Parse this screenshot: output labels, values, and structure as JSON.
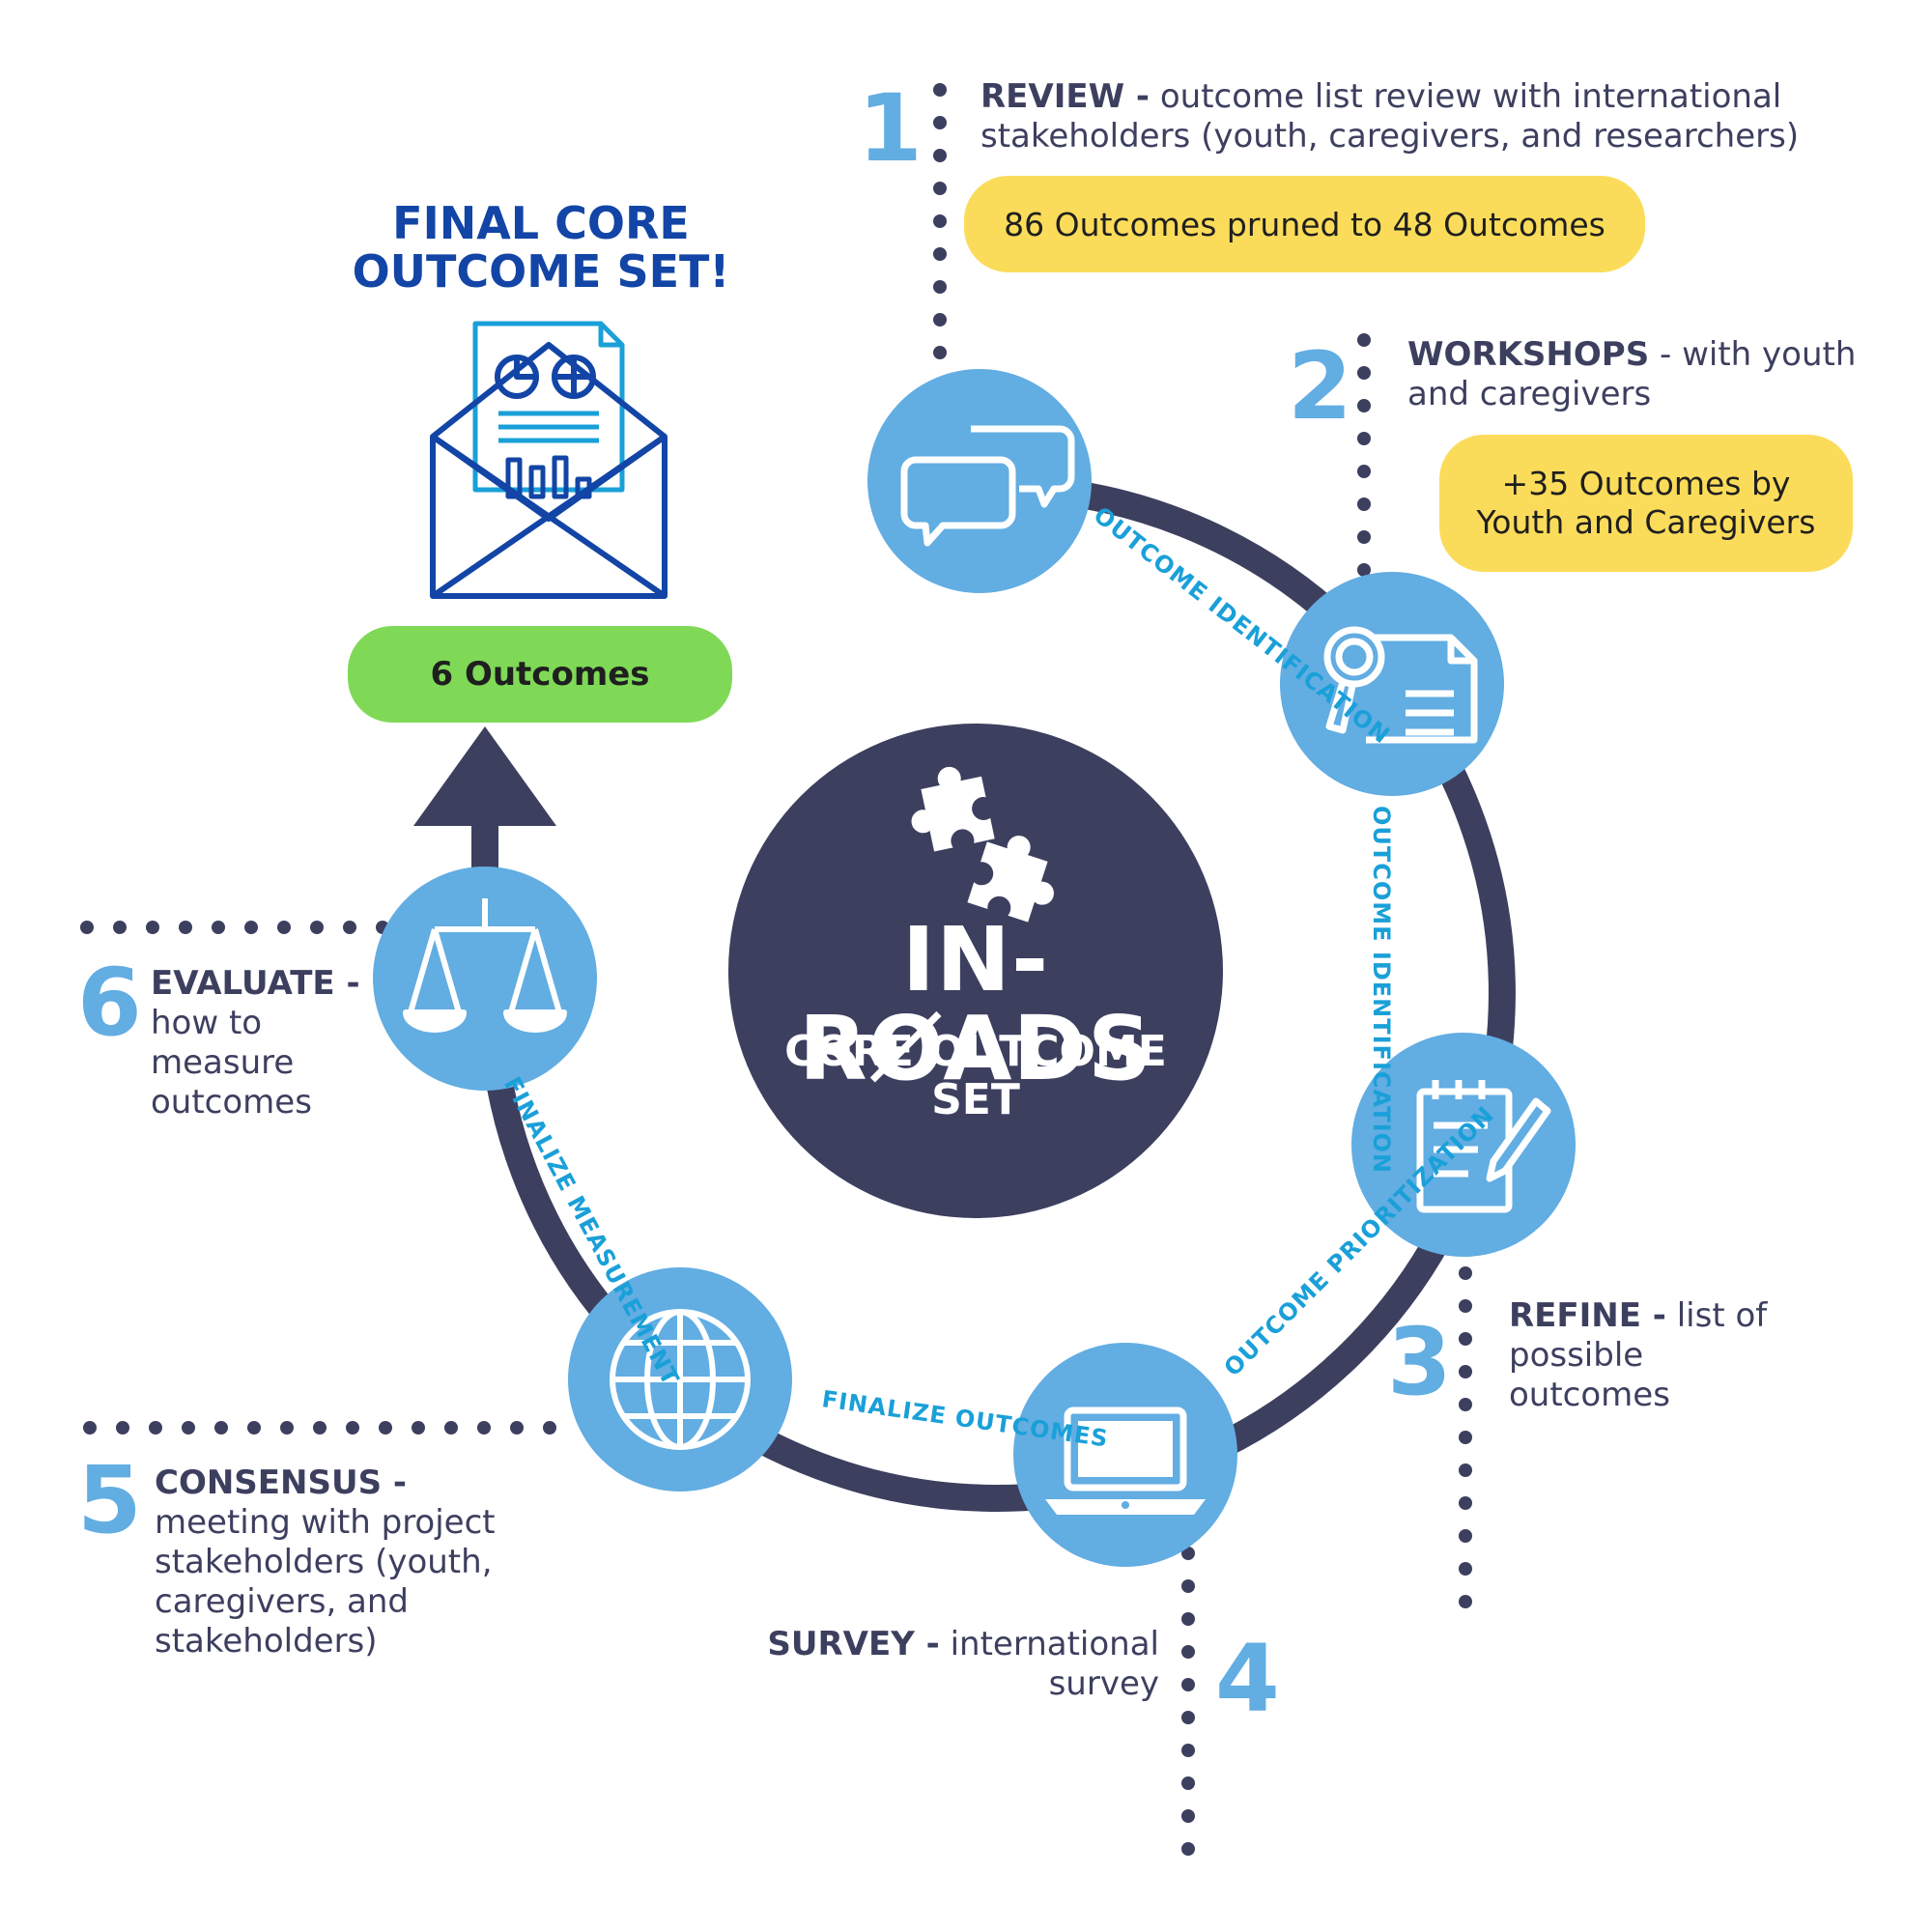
{
  "center": {
    "title": "IN-RØADS",
    "subtitle": "CORE OUTCOME SET"
  },
  "final": {
    "heading": "FINAL CORE OUTCOME SET!",
    "count_pill": "6 Outcomes"
  },
  "steps": [
    {
      "number": "1",
      "title": "REVIEW -",
      "text": "outcome list review with international stakeholders (youth, caregivers, and researchers)",
      "pill": "86 Outcomes pruned to 48 Outcomes",
      "icon": "chat-bubbles-icon"
    },
    {
      "number": "2",
      "title": "WORKSHOPS",
      "text": "- with youth and caregivers",
      "pill": "+35 Outcomes by Youth and Caregivers",
      "icon": "document-search-icon"
    },
    {
      "number": "3",
      "title": "REFINE -",
      "text": "list of possible outcomes",
      "icon": "notepad-pencil-icon"
    },
    {
      "number": "4",
      "title": "SURVEY -",
      "text": "international survey",
      "icon": "laptop-icon"
    },
    {
      "number": "5",
      "title": "CONSENSUS -",
      "text": "meeting with project stakeholders (youth, caregivers, and stakeholders)",
      "icon": "globe-icon"
    },
    {
      "number": "6",
      "title": "EVALUATE -",
      "text": "how to measure outcomes",
      "icon": "scales-icon"
    }
  ],
  "arc_labels": {
    "a1": "OUTCOME IDENTIFICATION",
    "a2": "OUTCOME IDENTIFICATION",
    "a3": "OUTCOME PRIORITIZATION",
    "a4": "FINALIZE OUTCOMES",
    "a5": "FINALIZE MEASUREMENT"
  },
  "colors": {
    "navy": "#3d3f5f",
    "light_blue": "#62ade2",
    "label_cyan": "#1aa0d8",
    "yellow": "#fbdc5a",
    "green": "#7fd957",
    "heading_blue": "#1245a6"
  }
}
